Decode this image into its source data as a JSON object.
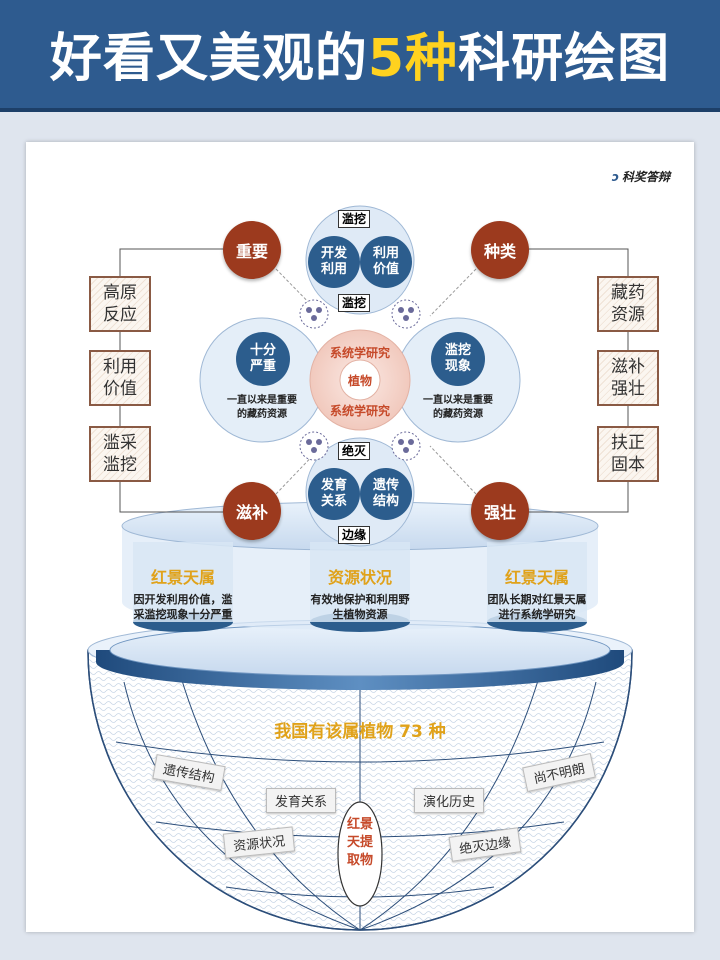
{
  "header": {
    "title_part1": "好看又美观的",
    "title_highlight": "5种",
    "title_part2": "科研绘图"
  },
  "logo": {
    "text": "科奖答辩"
  },
  "left_boxes": [
    "高原\n反应",
    "利用\n价值",
    "滥采\n滥挖"
  ],
  "right_boxes": [
    "藏药\n资源",
    "滋补\n强壮",
    "扶正\n固本"
  ],
  "corner_circles": {
    "top_left": "重要",
    "top_right": "种类",
    "bottom_left": "滋补",
    "bottom_right": "强壮"
  },
  "top_cluster": {
    "top_tag": "滥挖",
    "bottom_tag": "滥挖",
    "left": "开发\n利用",
    "right": "利用\n价值"
  },
  "bottom_cluster": {
    "top_tag": "绝灭",
    "bottom_tag": "边缘",
    "left": "发育\n关系",
    "right": "遗传\n结构"
  },
  "left_cluster": {
    "circle": "十分\n严重",
    "desc": "一直以来是重要\n的藏药资源"
  },
  "right_cluster": {
    "circle": "滥挖\n现象",
    "desc": "一直以来是重要\n的藏药资源"
  },
  "center": {
    "top_text": "系统学研究",
    "middle": "植物",
    "bottom_text": "系统学研究"
  },
  "pillars": [
    {
      "title": "红景天属",
      "desc": "因开发利用价值，滥\n采滥挖现象十分严重"
    },
    {
      "title": "资源状况",
      "desc": "有效地保护和利用野\n生植物资源"
    },
    {
      "title": "红景天属",
      "desc": "团队长期对红景天属\n进行系统学研究"
    }
  ],
  "bowl": {
    "title": "我国有该属植物 73 种",
    "labels": [
      "遗传结构",
      "发育关系",
      "演化历史",
      "尚不明朗",
      "资源状况",
      "绝灭边缘"
    ],
    "center": "红景\n天提\n取物"
  },
  "colors": {
    "banner": "#2e5b8f",
    "highlight": "#ffd21f",
    "red": "#9c3a1e",
    "blue": "#2c5d8d",
    "gold": "#e0a21a"
  }
}
